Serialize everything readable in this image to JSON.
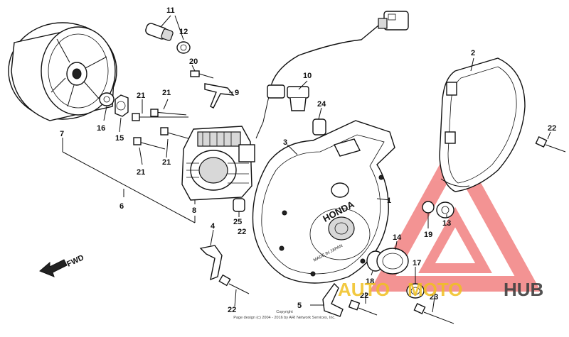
{
  "diagram": {
    "callouts": [
      "1",
      "2",
      "3",
      "4",
      "5",
      "6",
      "7",
      "8",
      "9",
      "10",
      "11",
      "12",
      "13",
      "14",
      "15",
      "16",
      "17",
      "18",
      "19",
      "20",
      "21",
      "21",
      "21",
      "21",
      "22",
      "22",
      "22",
      "22",
      "23",
      "24",
      "25"
    ],
    "direction_marker": "FWD",
    "cover_brand": "HONDA",
    "cover_stamp": "MADE IN JAPAN",
    "copyright": "Copyright\nPage design (c) 2004 - 2016 by ARI Network Services, Inc."
  },
  "watermark": {
    "text_part1": "AUTO",
    "text_part2": "MOTO",
    "text_part3": "HUB",
    "color_primary": "#f0c020",
    "color_secondary": "#404040",
    "triangle_color": "#f05050"
  }
}
